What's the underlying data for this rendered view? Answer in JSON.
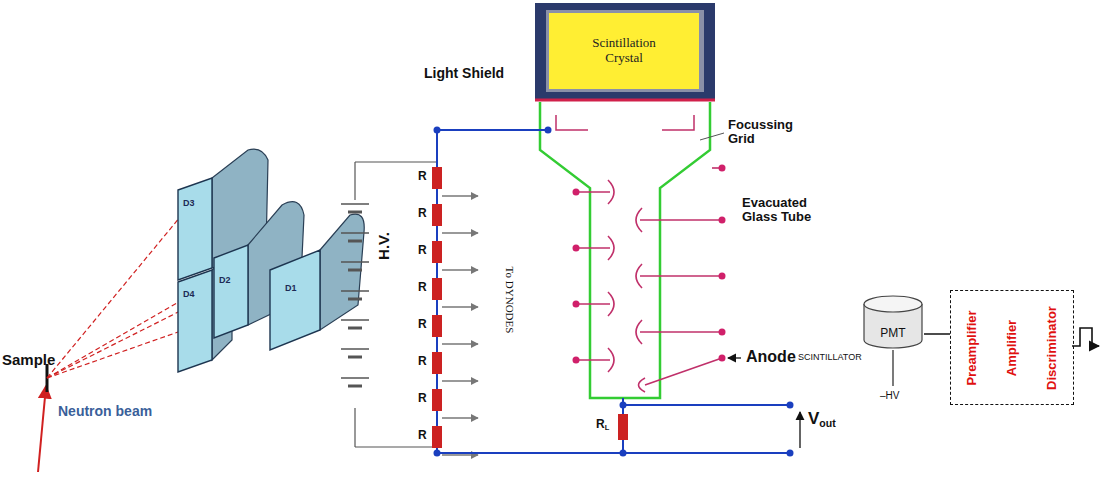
{
  "diagram": {
    "nodes": [
      {
        "text": [
          "Scintillation Crystal"
        ]
      },
      {
        "text": [
          "PMT"
        ]
      },
      {
        "text": [
          "Preamplifier",
          "Amplifier",
          "Discriminator"
        ]
      }
    ],
    "edges": [
      {
        "from": 1,
        "to": 2,
        "arrow": "none"
      }
    ],
    "labels": [
      "Sample",
      "Neutron beam",
      "D3",
      "D4",
      "D2",
      "D1",
      "Light Shield",
      "Focussing Grid",
      "Evacuated Glass Tube",
      "H.V.",
      "R",
      "R",
      "R",
      "R",
      "R",
      "R",
      "R",
      "R",
      "To DYNODES",
      "Anode",
      "RL",
      "Vout",
      "SCINTILLATOR",
      "–HV"
    ]
  }
}
